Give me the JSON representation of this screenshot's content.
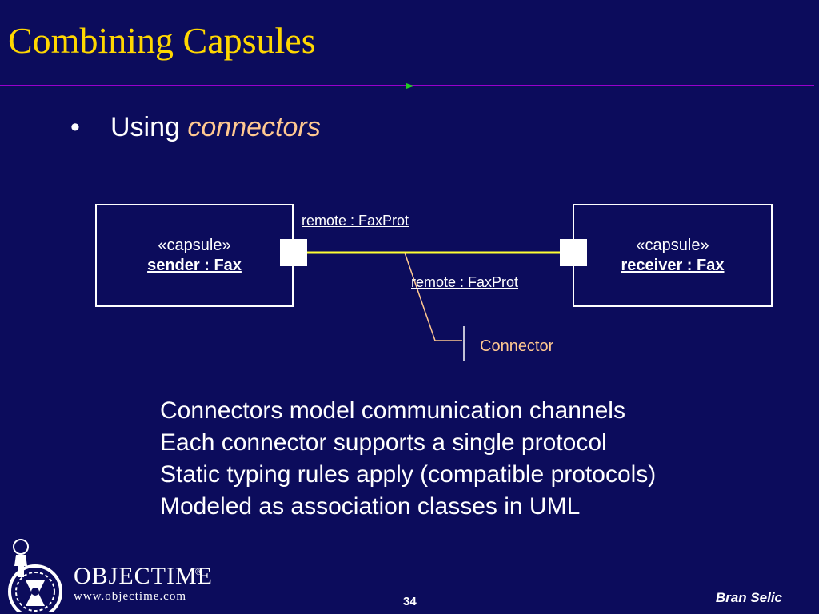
{
  "slide": {
    "title": "Combining Capsules",
    "bullet": {
      "marker": "•",
      "text": "Using ",
      "emphasis": "connectors"
    }
  },
  "diagram": {
    "sender": {
      "stereotype": "«capsule»",
      "name": "sender : Fax"
    },
    "receiver": {
      "stereotype": "«capsule»",
      "name": "receiver : Fax"
    },
    "role_top": "remote : FaxProt",
    "role_bottom": "remote : FaxProt",
    "connector_note": "Connector"
  },
  "body": {
    "lines": [
      "Connectors model communication channels",
      "Each connector supports a single protocol",
      "Static typing rules apply (compatible protocols)",
      "Modeled as association classes in UML"
    ]
  },
  "footer": {
    "brand": "OBJECTIME",
    "url": "www.objectime.com",
    "page_number": "34",
    "author": "Bran Selic"
  },
  "colors": {
    "background": "#0c0c5c",
    "title": "#ffd700",
    "accent": "#ffc890",
    "connector": "#ffff33",
    "rule": "#9900cc"
  }
}
